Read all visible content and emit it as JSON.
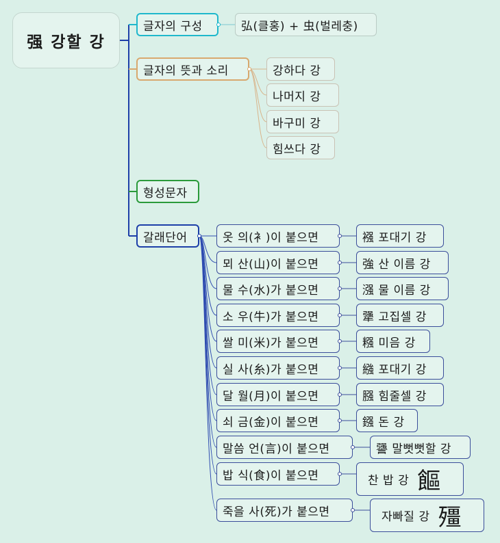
{
  "root": {
    "label": "强 강할 강"
  },
  "branches": [
    {
      "label": "글자의 구성",
      "children": [
        "弘(클홍) + 虫(벌레충)"
      ]
    },
    {
      "label": "글자의 뜻과 소리",
      "children": [
        "강하다 강",
        "나머지 강",
        "바구미 강",
        "힘쓰다 강"
      ]
    },
    {
      "label": "형성문자",
      "children": []
    },
    {
      "label": "갈래단어",
      "children": []
    }
  ],
  "compounds": [
    {
      "radical": "옷 의(衤)이 붙으면",
      "word": "襁 포대기 강"
    },
    {
      "radical": "뫼 산(山)이 붙으면",
      "word": "強 산 이름 강"
    },
    {
      "radical": "물 수(水)가 붙으면",
      "word": "漒 물 이름 강"
    },
    {
      "radical": "소 우(牛)가 붙으면",
      "word": "犟 고집셀 강"
    },
    {
      "radical": "쌀 미(米)가 붙으면",
      "word": "糨 미음 강"
    },
    {
      "radical": "실 사(糸)가 붙으면",
      "word": "繈 포대기 강"
    },
    {
      "radical": "달 월(月)이 붙으면",
      "word": "膙 힘줄셀 강"
    },
    {
      "radical": "쇠 금(金)이 붙으면",
      "word": "鏹 돈 강"
    },
    {
      "radical": "말씀 언(言)이 붙으면",
      "word": "謽 말뻣뻣할 강"
    },
    {
      "radical": "밥 식(食)이 붙으면",
      "word": "찬 밥 강",
      "big": "饇"
    },
    {
      "radical": "죽을 사(死)가 붙으면",
      "word": "자빠질 강",
      "big": "殭"
    }
  ],
  "colors": {
    "background": "#daf0e8",
    "branch1": "#1fb8cc",
    "branch2": "#d8a86e",
    "branch3": "#2a9a3a",
    "branch4": "#1d3fa8"
  }
}
